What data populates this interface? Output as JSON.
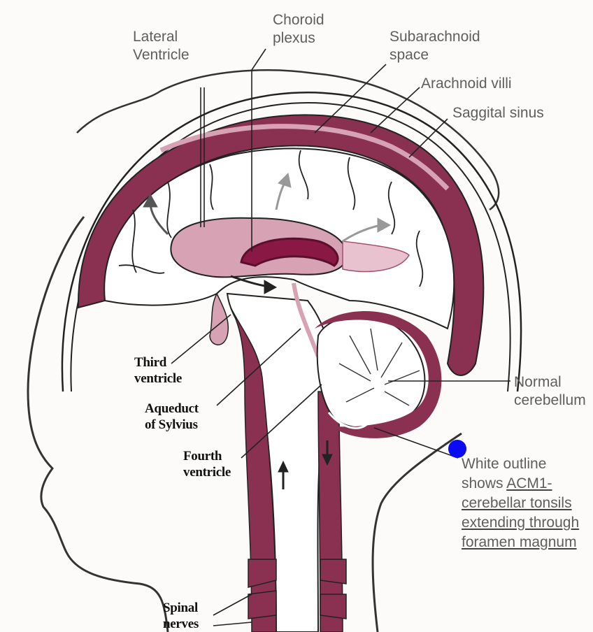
{
  "diagram": {
    "labels": {
      "lateral_ventricle": [
        "Lateral",
        "Ventricle"
      ],
      "choroid_plexus": [
        "Choroid",
        "plexus"
      ],
      "subarachnoid_space": [
        "Subarachnoid",
        "space"
      ],
      "arachnoid_villi": "Arachnoid villi",
      "saggital_sinus": "Saggital sinus",
      "third_ventricle": [
        "Third",
        "ventricle"
      ],
      "aqueduct": [
        "Aqueduct",
        "of Sylvius"
      ],
      "fourth_ventricle": [
        "Fourth",
        "ventricle"
      ],
      "spinal_nerves": [
        "Spinal",
        "nerves"
      ],
      "normal_cerebellum": [
        "Normal",
        "cerebellum"
      ]
    },
    "annotation": {
      "line1": "White outline",
      "line2_pre": "shows ",
      "line2_ul": "ACM1-",
      "line3": "cerebellar tonsils",
      "line4": "extending through",
      "line5": "foramen magnum"
    },
    "colors": {
      "tissue": "#8a3050",
      "csf": "#d7a3b4",
      "marker": "#0a0af5"
    }
  }
}
